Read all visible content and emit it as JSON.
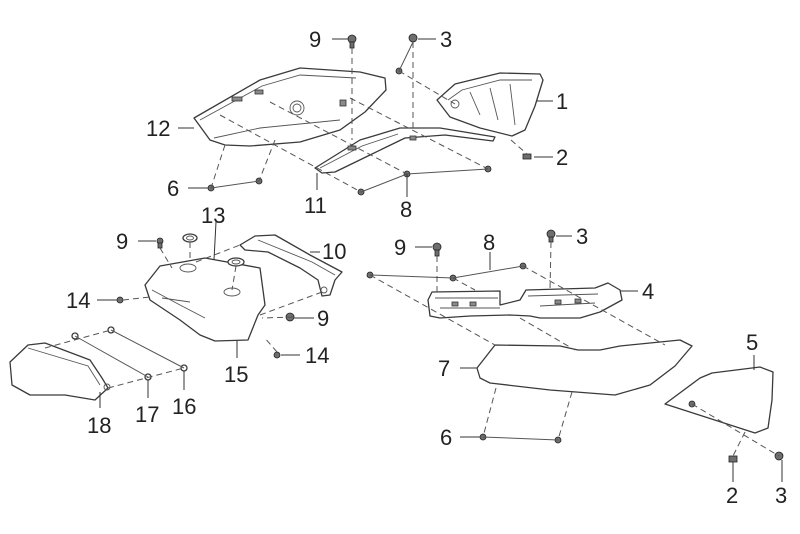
{
  "diagram": {
    "type": "exploded-parts-diagram",
    "callouts": [
      {
        "id": "c9a",
        "label": "9"
      },
      {
        "id": "c3a",
        "label": "3"
      },
      {
        "id": "c1",
        "label": "1"
      },
      {
        "id": "c12",
        "label": "12"
      },
      {
        "id": "c2a",
        "label": "2"
      },
      {
        "id": "c6a",
        "label": "6"
      },
      {
        "id": "c11",
        "label": "11"
      },
      {
        "id": "c8a",
        "label": "8"
      },
      {
        "id": "c13",
        "label": "13"
      },
      {
        "id": "c9b",
        "label": "9"
      },
      {
        "id": "c10",
        "label": "10"
      },
      {
        "id": "c9c",
        "label": "9"
      },
      {
        "id": "c8b",
        "label": "8"
      },
      {
        "id": "c3b",
        "label": "3"
      },
      {
        "id": "c14a",
        "label": "14"
      },
      {
        "id": "c4",
        "label": "4"
      },
      {
        "id": "c9d",
        "label": "9"
      },
      {
        "id": "c5",
        "label": "5"
      },
      {
        "id": "c14b",
        "label": "14"
      },
      {
        "id": "c7",
        "label": "7"
      },
      {
        "id": "c15",
        "label": "15"
      },
      {
        "id": "c18",
        "label": "18"
      },
      {
        "id": "c17",
        "label": "17"
      },
      {
        "id": "c16",
        "label": "16"
      },
      {
        "id": "c6b",
        "label": "6"
      },
      {
        "id": "c2b",
        "label": "2"
      },
      {
        "id": "c3c",
        "label": "3"
      }
    ]
  }
}
